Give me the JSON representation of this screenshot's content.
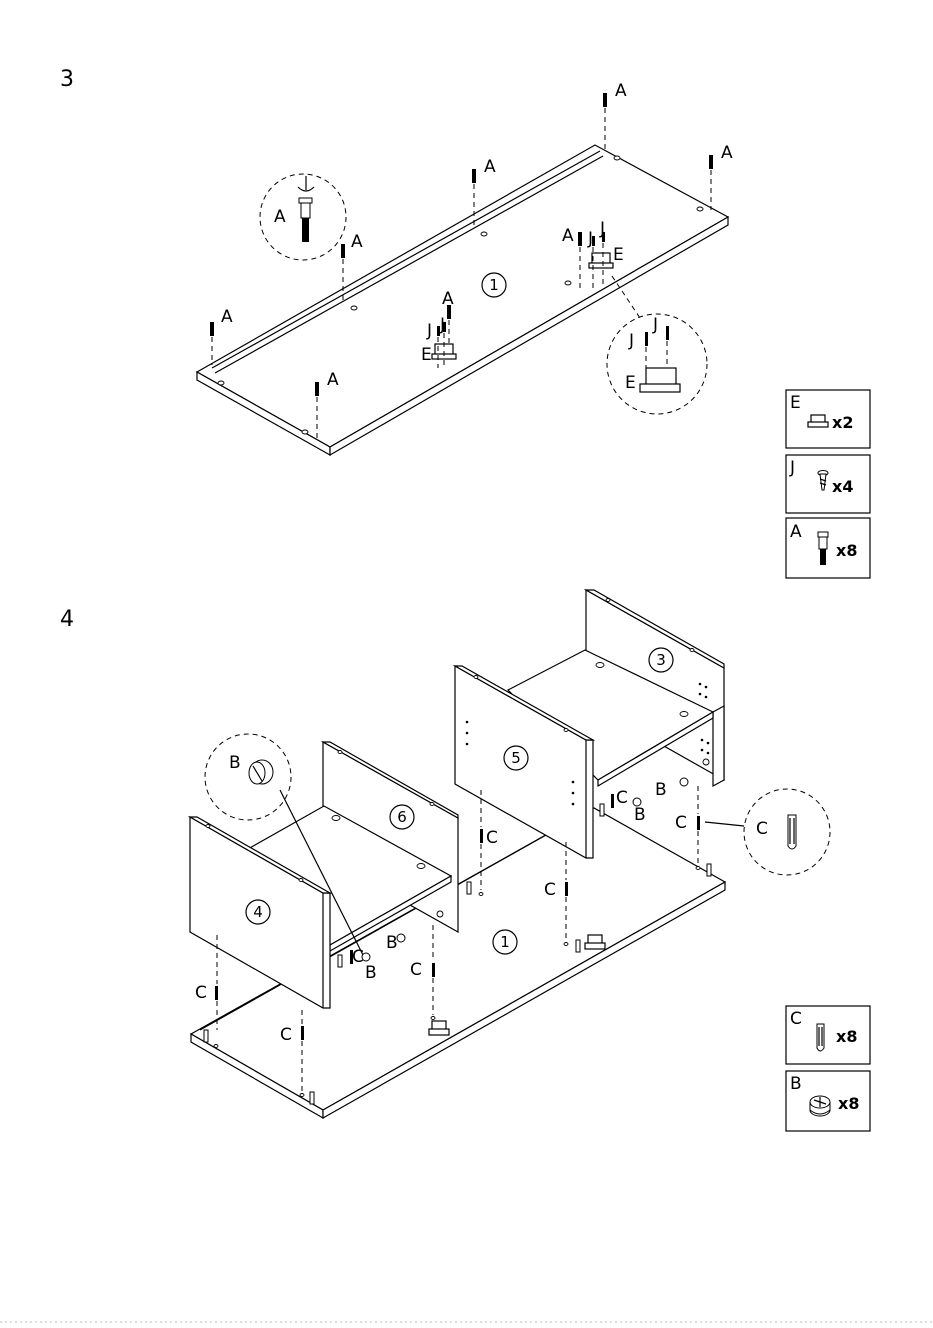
{
  "steps": [
    {
      "number": "3",
      "panel_callouts": [
        "1"
      ],
      "part_labels": {
        "A": "A",
        "E": "E",
        "J": "J"
      },
      "parts_list": [
        {
          "letter": "E",
          "qty": "x2",
          "icon": "magnetic-catch-icon"
        },
        {
          "letter": "J",
          "qty": "x4",
          "icon": "screw-icon"
        },
        {
          "letter": "A",
          "qty": "x8",
          "icon": "cam-bolt-icon"
        }
      ]
    },
    {
      "number": "4",
      "panel_callouts": [
        "3",
        "5",
        "6",
        "4",
        "1"
      ],
      "part_labels": {
        "B": "B",
        "C": "C"
      },
      "parts_list": [
        {
          "letter": "C",
          "qty": "x8",
          "icon": "dowel-icon"
        },
        {
          "letter": "B",
          "qty": "x8",
          "icon": "cam-lock-icon"
        }
      ]
    }
  ],
  "colors": {
    "ink": "#000000",
    "paper": "#ffffff"
  }
}
